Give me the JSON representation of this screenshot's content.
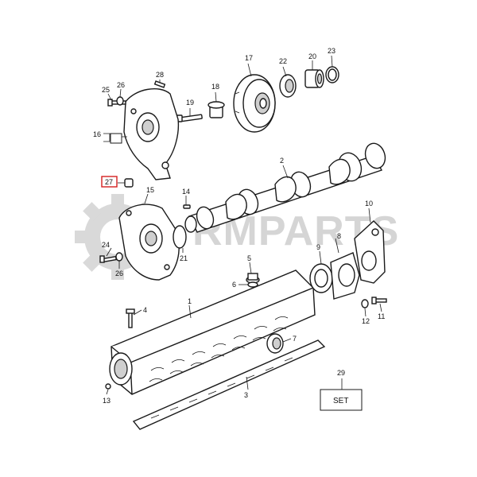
{
  "watermark": {
    "text": "RMPARTS"
  },
  "callouts": {
    "c1": "1",
    "c2": "2",
    "c3": "3",
    "c4": "4",
    "c5": "5",
    "c6": "6",
    "c7": "7",
    "c8": "8",
    "c9": "9",
    "c10": "10",
    "c11": "11",
    "c12": "12",
    "c13": "13",
    "c14": "14",
    "c15": "15",
    "c16": "16",
    "c17": "17",
    "c18": "18",
    "c19": "19",
    "c20": "20",
    "c21": "21",
    "c22": "22",
    "c23": "23",
    "c24": "24",
    "c25": "25",
    "c26a": "26",
    "c26b": "26",
    "c27": "27",
    "c28a": "28",
    "c28b": "28",
    "c29": "29"
  },
  "highlighted_part": "27",
  "set_box": {
    "label": "SET"
  },
  "colors": {
    "highlight": "#d42020",
    "ink": "#1a1a1a",
    "watermark": "#d5d5d5"
  }
}
